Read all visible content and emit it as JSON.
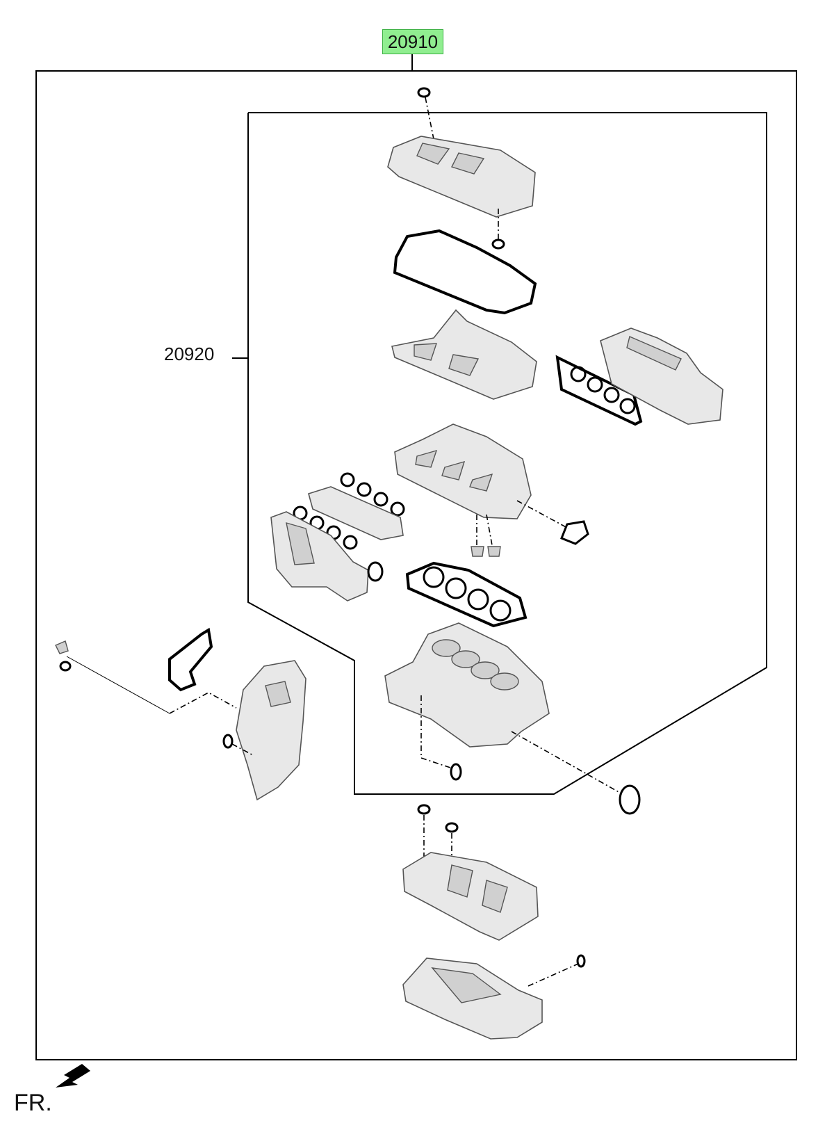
{
  "callouts": {
    "assembly_number": "20910",
    "subassembly_number": "20920"
  },
  "orientation": {
    "text": "FR.",
    "icon": "front-arrow-icon"
  },
  "colors": {
    "highlight": "#90ee90"
  }
}
